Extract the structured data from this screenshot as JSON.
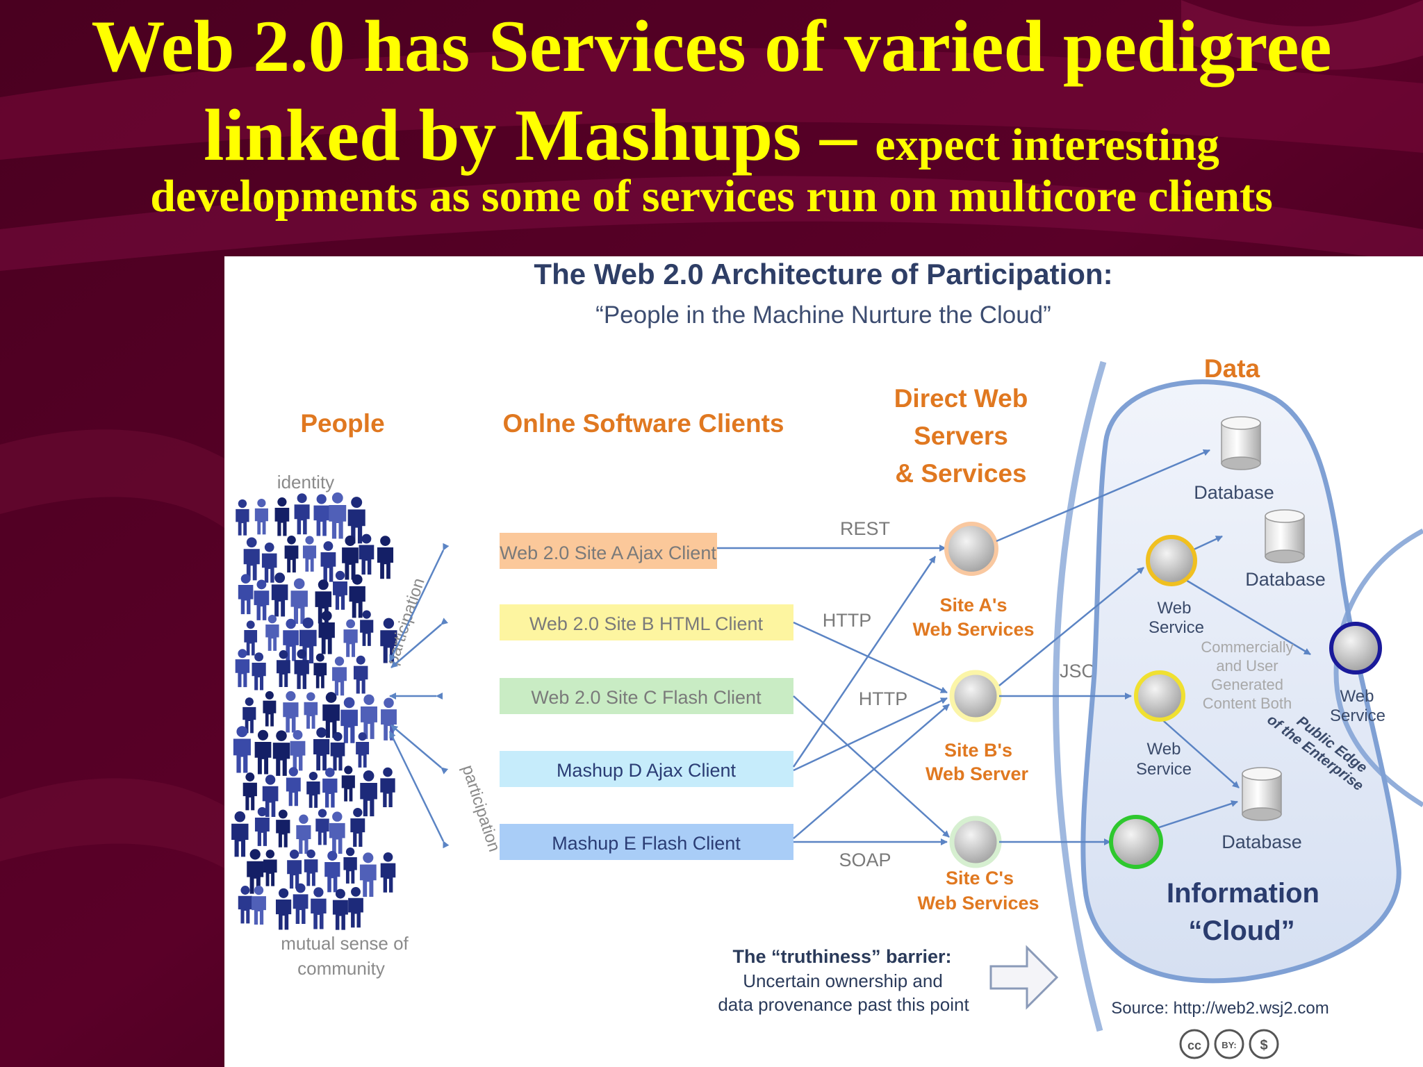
{
  "slide": {
    "title_line1": "Web 2.0 has Services of varied pedigree",
    "title_line2_big": "linked by Mashups – ",
    "title_line2_small": "expect interesting",
    "title_line3": "developments as some of services run on multicore clients"
  },
  "diagram": {
    "title": "The Web 2.0 Architecture of Participation:",
    "subtitle": "“People in the Machine Nurture the Cloud”",
    "col_people": "People",
    "col_clients": "Onlne Software Clients",
    "col_servers_1": "Direct Web",
    "col_servers_2": "Servers",
    "col_servers_3": "& Services",
    "col_data": "Data",
    "identity": "identity",
    "community_1": "mutual sense of",
    "community_2": "community",
    "participation_top": "participation",
    "participation_bottom": "participation",
    "clients": [
      {
        "label": "Web 2.0 Site A Ajax Client",
        "fill": "#fbc89a"
      },
      {
        "label": "Web 2.0 Site B HTML Client",
        "fill": "#fdf5a0"
      },
      {
        "label": "Web 2.0 Site C Flash Client",
        "fill": "#c9ecc4"
      },
      {
        "label": "Mashup D Ajax Client",
        "fill": "#c6ecfb"
      },
      {
        "label": "Mashup E Flash Client",
        "fill": "#a9cdf7"
      }
    ],
    "protocols": {
      "rest": "REST",
      "http1": "HTTP",
      "http2": "HTTP",
      "soap": "SOAP",
      "json": "JSON"
    },
    "site_a_1": "Site A's",
    "site_a_2": "Web Services",
    "site_b_1": "Site B's",
    "site_b_2": "Web Server",
    "site_c_1": "Site C's",
    "site_c_2": "Web Services",
    "database_1": "Database",
    "database_2": "Database",
    "database_3": "Database",
    "ws1_1": "Web",
    "ws1_2": "Service",
    "ws2_1": "Web",
    "ws2_2": "Service",
    "ws3_1": "Web",
    "ws3_2": "Service",
    "content_1": "Commercially",
    "content_2": "and User",
    "content_3": "Generated",
    "content_4": "Content Both",
    "public_edge_1": "Public Edge",
    "public_edge_2": "of the Enterprise",
    "cloud_1": "Information",
    "cloud_2": "“Cloud”",
    "barrier_1": "The “truthiness” barrier:",
    "barrier_2": "Uncertain ownership and",
    "barrier_3": "data provenance past this point",
    "source": "Source: http://web2.wsj2.com",
    "license_cc": "cc",
    "license_by": "BY:",
    "license_nc": "$"
  },
  "colors": {
    "title_yellow": "#ffff00",
    "background": "#3a0018",
    "heading_orange": "#e07820",
    "arrow_blue": "#5b84c4",
    "people_navy": "#1d2a7a"
  }
}
